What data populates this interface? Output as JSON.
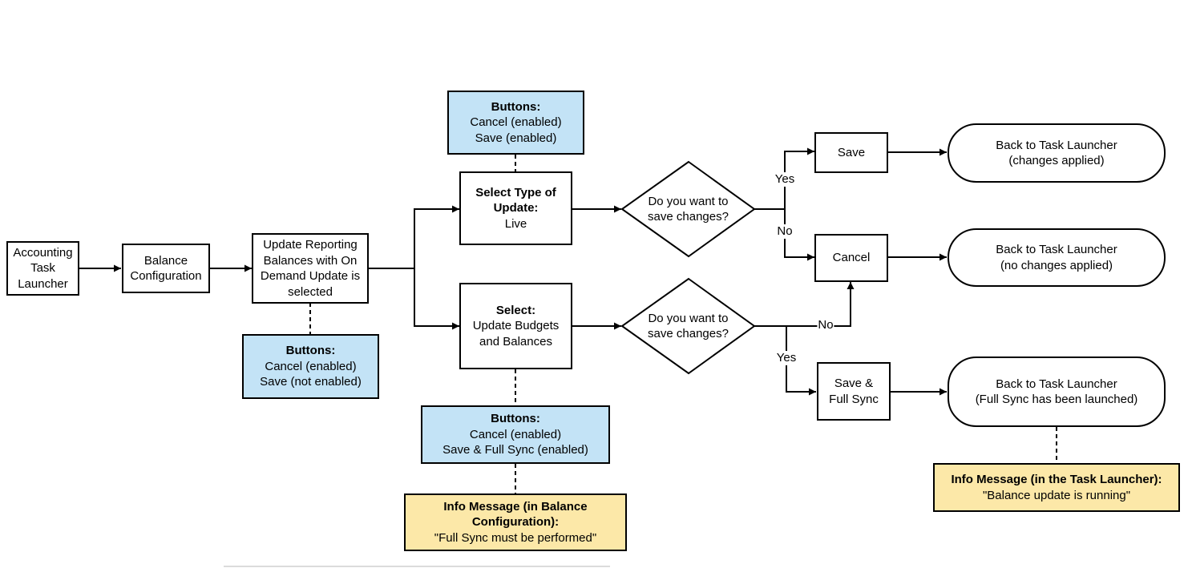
{
  "nodes": {
    "accounting_task_launcher": [
      "Accounting",
      "Task",
      "Launcher"
    ],
    "balance_configuration": [
      "Balance",
      "Configuration"
    ],
    "update_reporting": [
      "Update Reporting",
      "Balances with On",
      "Demand Update is",
      "selected"
    ],
    "buttons_top": {
      "title": "Buttons:",
      "lines": [
        "Cancel (enabled)",
        "Save (enabled)"
      ]
    },
    "select_type": {
      "title_lines": [
        "Select Type of",
        "Update:"
      ],
      "lines": [
        "Live"
      ]
    },
    "select_budgets": {
      "title_lines": [
        "Select:"
      ],
      "lines": [
        "Update Budgets",
        "and Balances"
      ]
    },
    "buttons_left": {
      "title": "Buttons:",
      "lines": [
        "Cancel (enabled)",
        "Save (not enabled)"
      ]
    },
    "buttons_mid": {
      "title": "Buttons:",
      "lines": [
        "Cancel (enabled)",
        "Save & Full Sync (enabled)"
      ]
    },
    "info_balance_config": {
      "title_lines": [
        "Info Message (in Balance",
        "Configuration):"
      ],
      "lines": [
        "\"Full Sync must be performed\""
      ]
    },
    "decision_top": [
      "Do you want to",
      "save changes?"
    ],
    "decision_bottom": [
      "Do you want to",
      "save changes?"
    ],
    "save": [
      "Save"
    ],
    "cancel": [
      "Cancel"
    ],
    "save_full_sync": [
      "Save &",
      "Full Sync"
    ],
    "back_changes_applied": [
      "Back to Task Launcher",
      "(changes applied)"
    ],
    "back_no_changes": [
      "Back to Task Launcher",
      "(no changes applied)"
    ],
    "back_full_sync": [
      "Back to Task Launcher",
      "(Full Sync has been launched)"
    ],
    "info_task_launcher": {
      "title_lines": [
        "Info Message (in the Task Launcher):"
      ],
      "lines": [
        "\"Balance update is running\""
      ]
    }
  },
  "edge_labels": {
    "yes_top": "Yes",
    "no_top": "No",
    "no_bottom": "No",
    "yes_bottom": "Yes"
  }
}
